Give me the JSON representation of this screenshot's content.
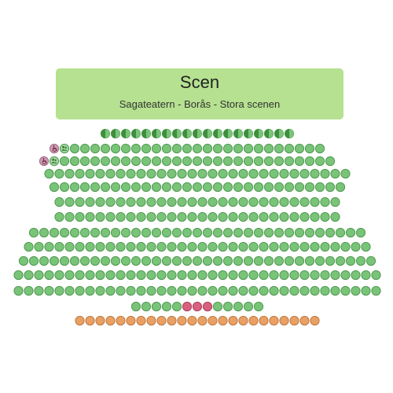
{
  "stage": {
    "title": "Scen",
    "subtitle": "Sagateatern - Borås - Stora scenen"
  },
  "colors": {
    "available": "#7ac47a",
    "available_stroke": "#4f9a4f",
    "booked": "#d9607e",
    "booked_stroke": "#a8405a",
    "accessible": "#d09ab2",
    "accessible_stroke": "#a06c85",
    "companion": "#9fd79f",
    "restricted": "#e9a064",
    "restricted_stroke": "#c07a40",
    "stage": "#b5e190"
  },
  "icons": {
    "wheelchair": "wheelchair-icon",
    "companion": "companion-icon",
    "partial_view": "half-seat-icon"
  },
  "rows": [
    {
      "seats": 19,
      "status": "partial-view"
    },
    {
      "seats": 25,
      "status": "available",
      "prefix": [
        "wheelchair",
        "companion"
      ]
    },
    {
      "seats": 27,
      "status": "available",
      "prefix": [
        "wheelchair",
        "companion"
      ]
    },
    {
      "seats": 30,
      "status": "available"
    },
    {
      "seats": 29,
      "status": "available"
    },
    {
      "seats": 28,
      "status": "available"
    },
    {
      "seats": 28,
      "status": "available"
    },
    {
      "seats": 33,
      "status": "available"
    },
    {
      "seats": 34,
      "status": "available"
    },
    {
      "seats": 35,
      "status": "available"
    },
    {
      "seats": 36,
      "status": "available"
    },
    {
      "seats": 36,
      "status": "available"
    },
    {
      "seats": 13,
      "status": "available",
      "booked": [
        5,
        6,
        7
      ]
    },
    {
      "seats": 24,
      "status": "restricted"
    }
  ]
}
